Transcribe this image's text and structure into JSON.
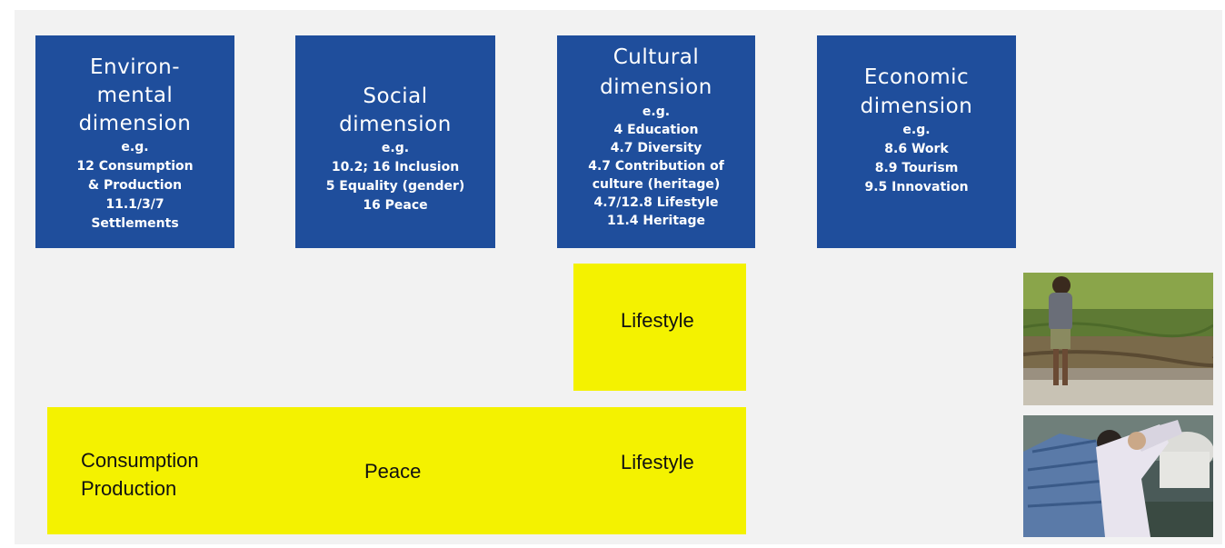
{
  "dimensions": [
    {
      "title_lines": [
        "Environ-",
        "mental",
        "dimension"
      ],
      "sub_lines": [
        "e.g.",
        "12 Consumption",
        "& Production",
        "11.1/3/7",
        "Settlements"
      ]
    },
    {
      "title_lines": [
        "Social",
        "dimension"
      ],
      "sub_lines": [
        "e.g.",
        "10.2; 16 Inclusion",
        "5 Equality (gender)",
        "16 Peace"
      ]
    },
    {
      "title_lines": [
        "Cultural",
        "dimension"
      ],
      "sub_lines": [
        "e.g.",
        "4 Education",
        "4.7 Diversity",
        "4.7 Contribution of",
        "culture (heritage)",
        "4.7/12.8 Lifestyle",
        "11.4 Heritage"
      ]
    },
    {
      "title_lines": [
        "Economic",
        "dimension"
      ],
      "sub_lines": [
        "e.g.",
        "8.6 Work",
        "8.9 Tourism",
        "9.5 Innovation"
      ]
    }
  ],
  "lifestyle_box": {
    "label": "Lifestyle"
  },
  "bottom_bar": {
    "consumption_line1": "Consumption",
    "consumption_line2": "Production",
    "peace": "Peace",
    "lifestyle": "Lifestyle"
  },
  "photos": [
    {
      "icon": "child-in-field-photo"
    },
    {
      "icon": "people-embracing-photo"
    }
  ],
  "colors": {
    "dimension_blue": "#1f4e9c",
    "highlight_yellow": "#f4f200"
  }
}
